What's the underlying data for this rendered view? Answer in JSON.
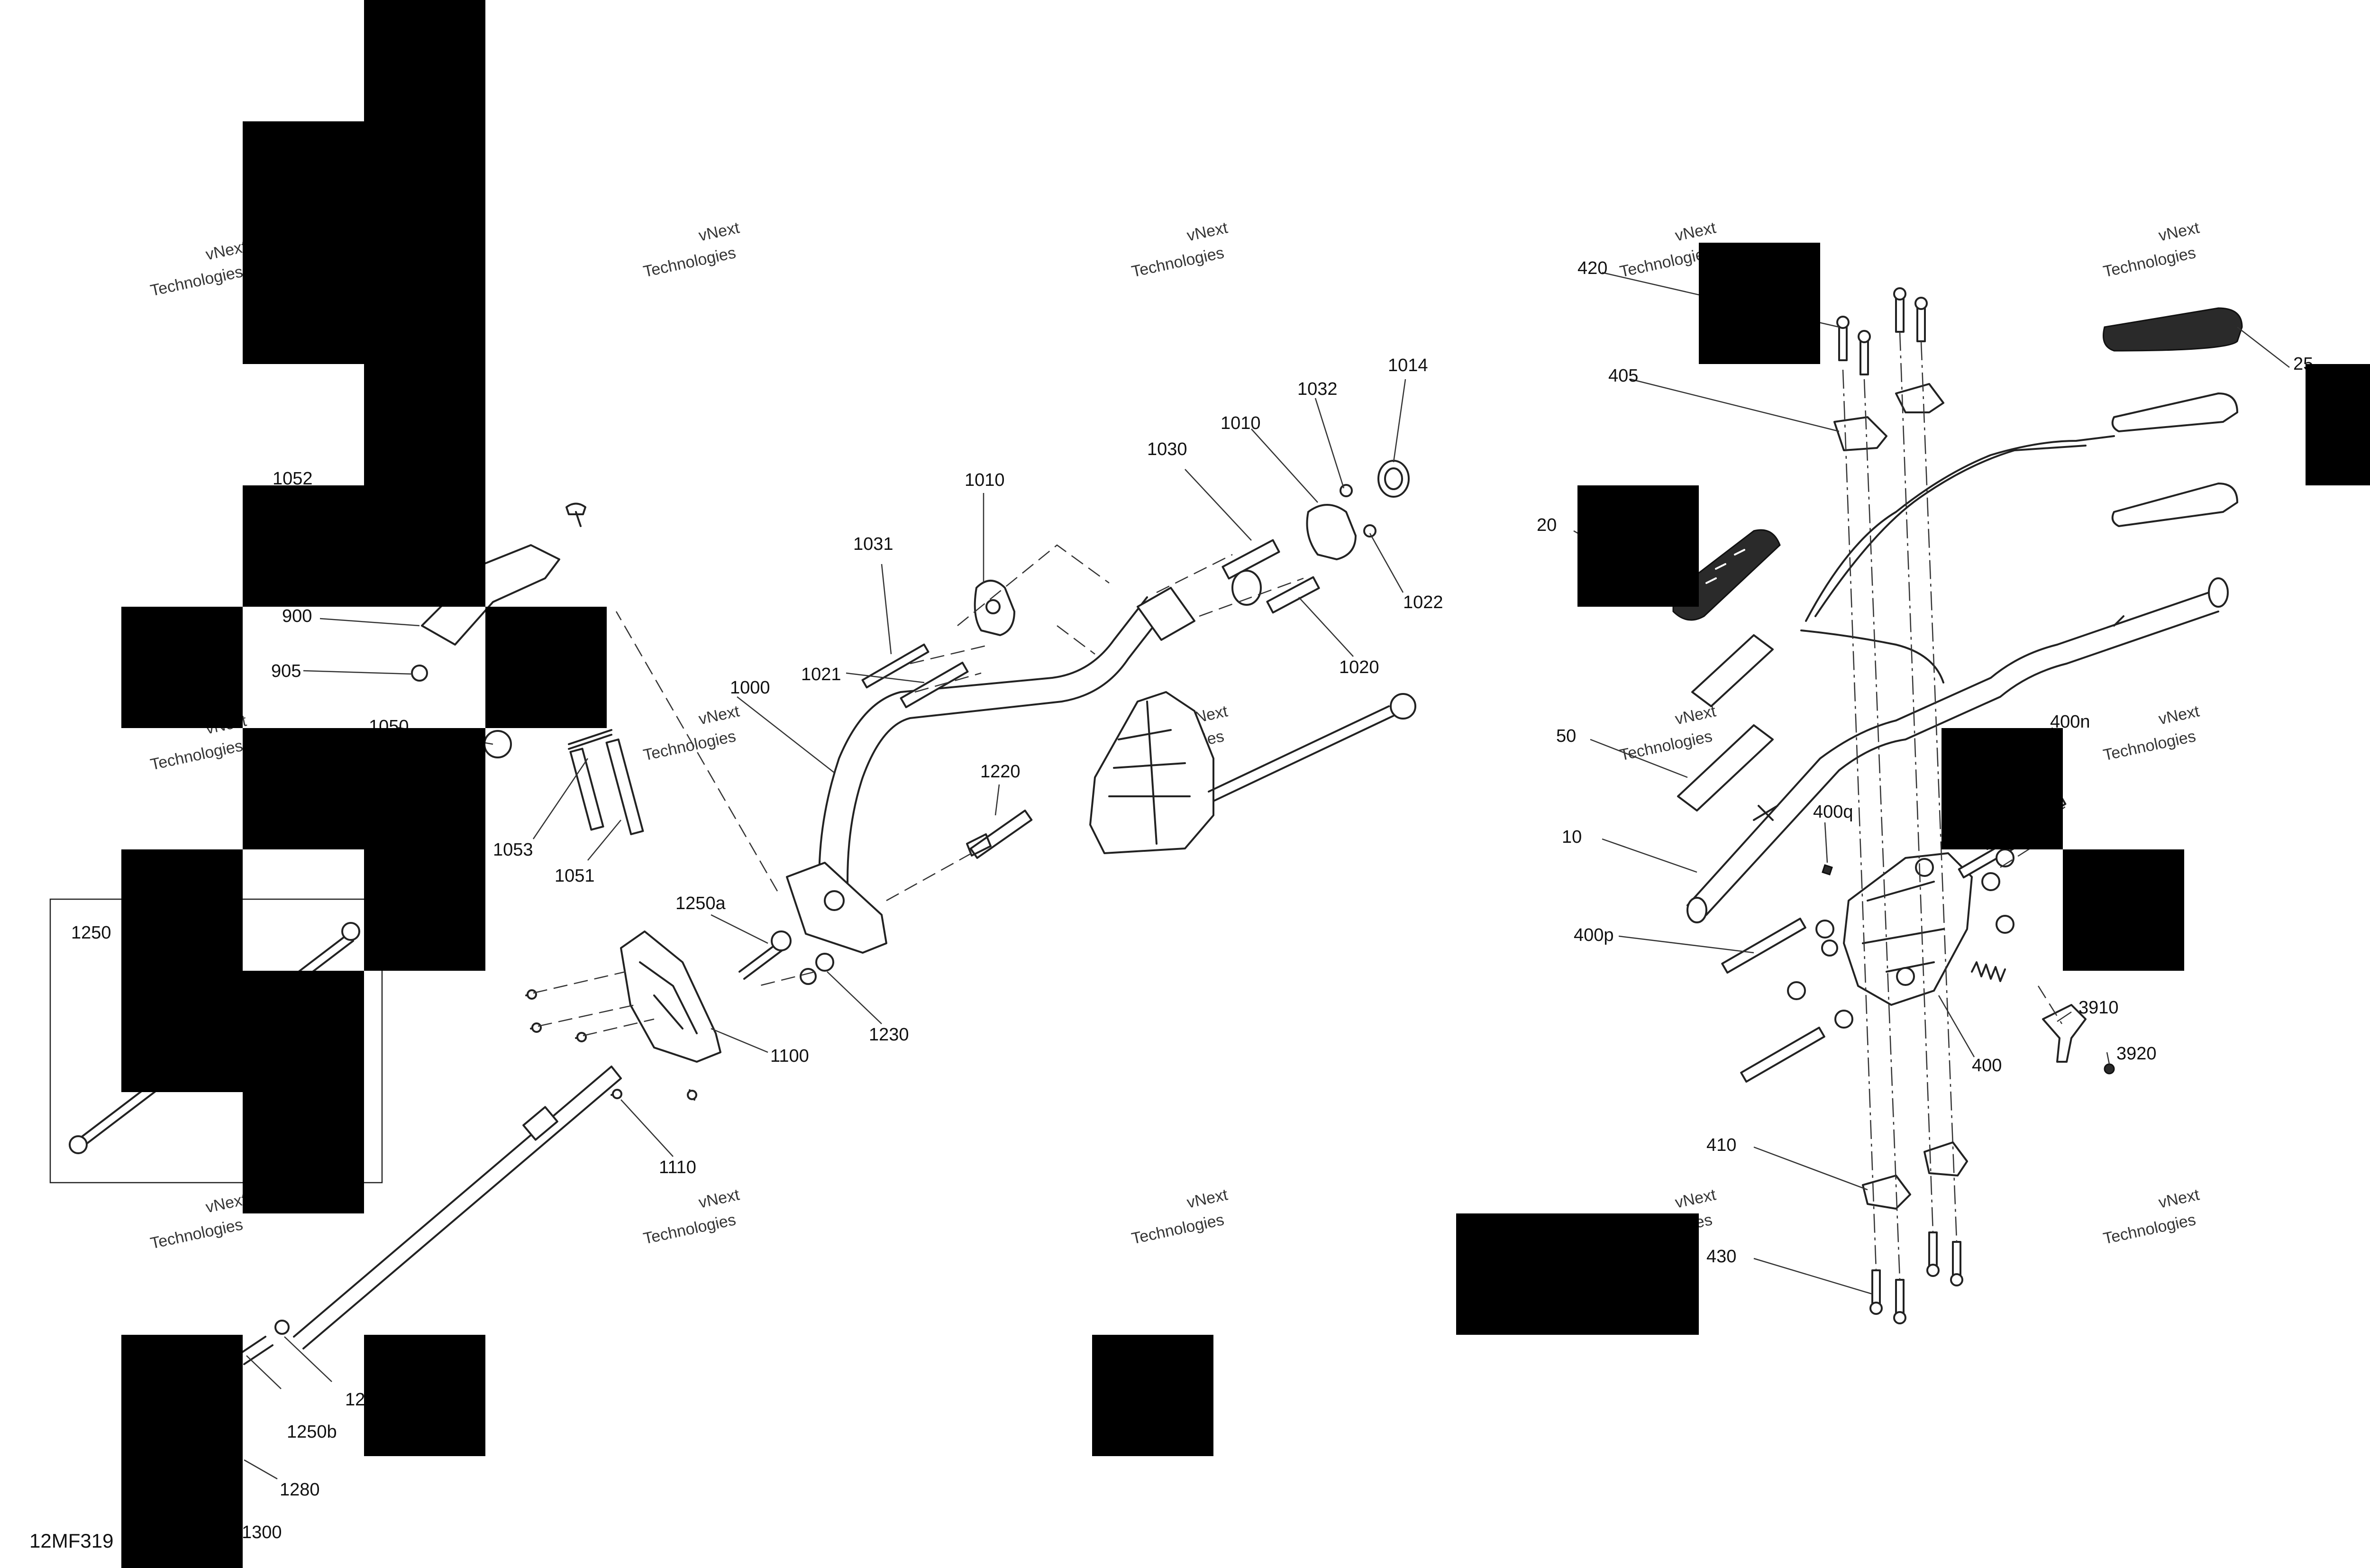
{
  "figure_id": "12MF319",
  "watermark": [
    "vNext",
    "Technologies"
  ],
  "callouts": {
    "c1052": "1052",
    "c900": "900",
    "c905": "905",
    "c1050": "1050",
    "c1053": "1053",
    "c1051": "1051",
    "c1250": "1250",
    "c1250b": "1250b",
    "c12x": "12",
    "c1280": "1280",
    "c1300": "1300",
    "c1010a": "1010",
    "c1031": "1031",
    "c1021": "1021",
    "c1000": "1000",
    "c1220": "1220",
    "c1250a": "1250a",
    "c1230": "1230",
    "c1100": "1100",
    "c1110": "1110",
    "c1030": "1030",
    "c1010b": "1010",
    "c1032": "1032",
    "c1014": "1014",
    "c1022": "1022",
    "c1020": "1020",
    "c420": "420",
    "c405": "405",
    "c20": "20",
    "c25": "25",
    "c50": "50",
    "c10": "10",
    "c400n": "400n",
    "c400q": "400q",
    "c400p": "400p",
    "c400": "400",
    "c3910": "3910",
    "c3920": "3920",
    "c410": "410",
    "c430": "430"
  }
}
